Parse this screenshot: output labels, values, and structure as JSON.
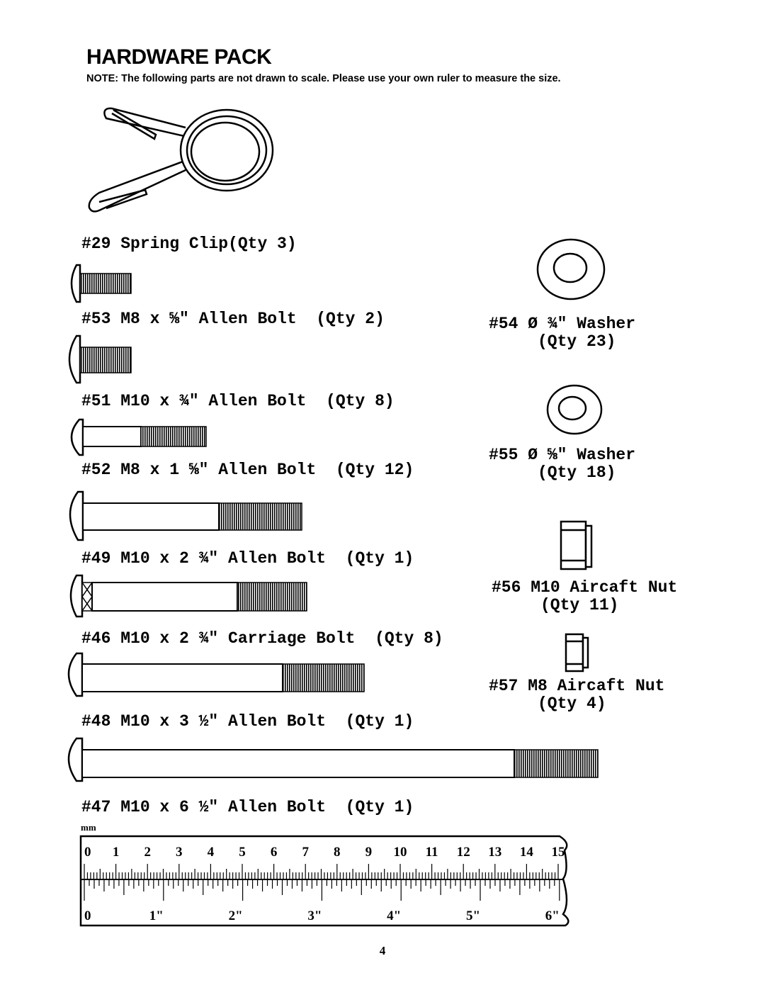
{
  "header": {
    "title": "HARDWARE PACK",
    "note": "NOTE:  The following parts are not drawn to scale.  Please use your own ruler to measure the size."
  },
  "parts_left": [
    {
      "label": "#29 Spring Clip(Qty 3)",
      "icon": "spring-clip-icon"
    },
    {
      "label": "#53 M8 x ⅝\" Allen Bolt  (Qty 2)",
      "icon": "allen-bolt-icon"
    },
    {
      "label": "#51 M10 x ¾\" Allen Bolt  (Qty 8)",
      "icon": "allen-bolt-icon"
    },
    {
      "label": "#52 M8 x 1 ⅝\" Allen Bolt  (Qty 12)",
      "icon": "allen-bolt-icon"
    },
    {
      "label": "#49 M10 x 2 ¾\" Allen Bolt  (Qty 1)",
      "icon": "allen-bolt-icon"
    },
    {
      "label": "#46 M10 x 2 ¾\" Carriage Bolt  (Qty 8)",
      "icon": "carriage-bolt-icon"
    },
    {
      "label": "#48 M10 x 3 ½\" Allen Bolt  (Qty 1)",
      "icon": "allen-bolt-icon"
    },
    {
      "label": "#47 M10 x 6 ½\" Allen Bolt  (Qty 1)",
      "icon": "allen-bolt-icon"
    }
  ],
  "parts_right": [
    {
      "label": "#54 Ø ¾\" Washer",
      "qty": "(Qty 23)",
      "icon": "washer-icon"
    },
    {
      "label": "#55 Ø ⅝\" Washer",
      "qty": "(Qty 18)",
      "icon": "washer-icon"
    },
    {
      "label": "#56 M10 Aircaft Nut",
      "qty": "(Qty 11)",
      "icon": "nut-icon"
    },
    {
      "label": "#57 M8 Aircaft Nut",
      "qty": "(Qty 4)",
      "icon": "nut-icon"
    }
  ],
  "ruler": {
    "unit_label": "mm",
    "mm_labels": [
      "0",
      "1",
      "2",
      "3",
      "4",
      "5",
      "6",
      "7",
      "8",
      "9",
      "10",
      "11",
      "12",
      "13",
      "14",
      "15"
    ],
    "inch_labels": [
      "0",
      "1\"",
      "2\"",
      "3\"",
      "4\"",
      "5\"",
      "6\""
    ]
  },
  "footer": {
    "page_number": "4"
  }
}
